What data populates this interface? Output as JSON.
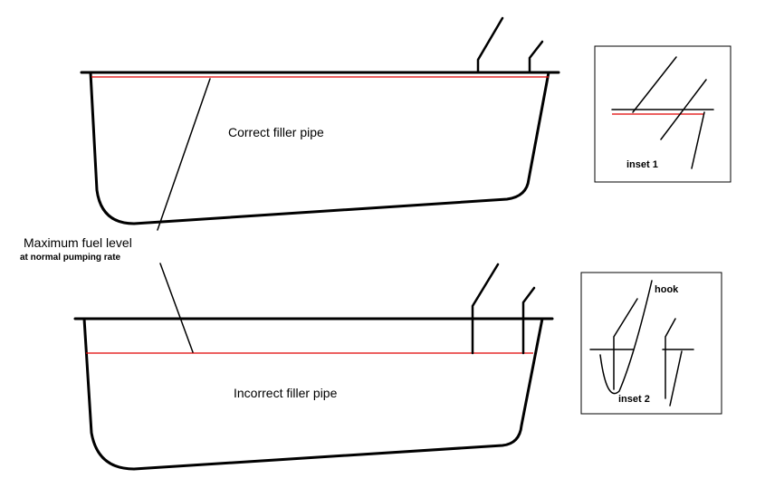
{
  "labels": {
    "correct": "Correct filler pipe",
    "incorrect": "Incorrect filler pipe",
    "max_level": "Maximum fuel level",
    "max_level_sub": "at normal pumping rate",
    "inset1": "inset 1",
    "inset2": "inset 2",
    "hook": "hook"
  },
  "colors": {
    "outline": "#000000",
    "fuel_level": "#e00000",
    "frame": "#000000",
    "background": "#ffffff"
  }
}
